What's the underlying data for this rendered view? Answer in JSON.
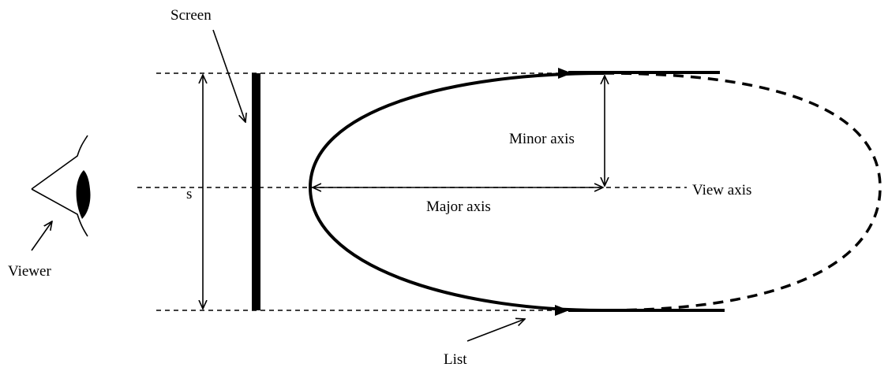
{
  "labels": {
    "screen": "Screen",
    "s": "s",
    "viewer": "Viewer",
    "minor_axis": "Minor axis",
    "major_axis": "Major axis",
    "view_axis": "View axis",
    "list": "List"
  },
  "colors": {
    "ink": "#000000",
    "background": "#ffffff"
  }
}
